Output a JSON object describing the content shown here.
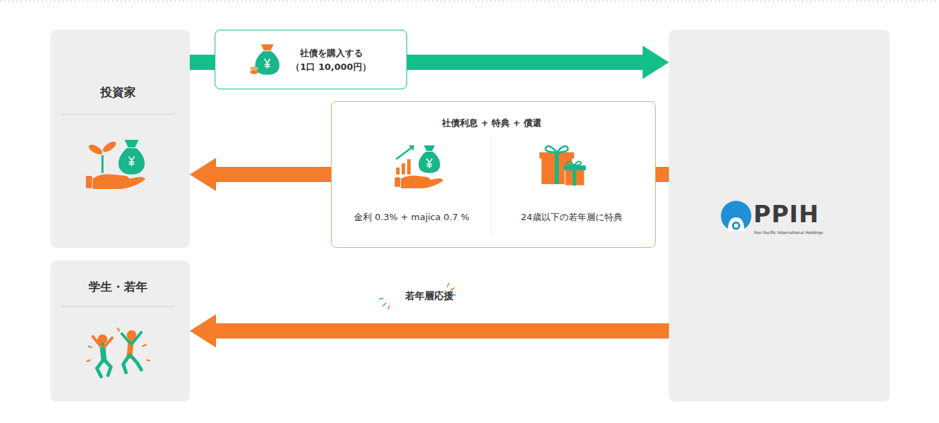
{
  "diagram": {
    "nodes": [
      {
        "text": [
          "投資家"
        ]
      },
      {
        "text": [
          "社債を購入する （1口 10,000円）"
        ]
      },
      {
        "text": [
          "社債利息 + 特典 + 償還",
          "金利 0.3% + majica 0.7 %",
          "24歳以下の若年層に特典"
        ]
      },
      {
        "text": [
          "PPIH",
          "Pan Pacific International Holdings"
        ]
      },
      {
        "text": [
          "学生・若年"
        ]
      }
    ],
    "edges": [
      {
        "from": 0,
        "to": 1,
        "arrow": "none"
      },
      {
        "from": 1,
        "to": 3,
        "arrow": "to"
      },
      {
        "from": 3,
        "to": 2,
        "arrow": "none"
      },
      {
        "from": 2,
        "to": 0,
        "arrow": "to"
      },
      {
        "from": 3,
        "to": 4,
        "arrow": "to",
        "label": "若年層応援"
      }
    ]
  }
}
